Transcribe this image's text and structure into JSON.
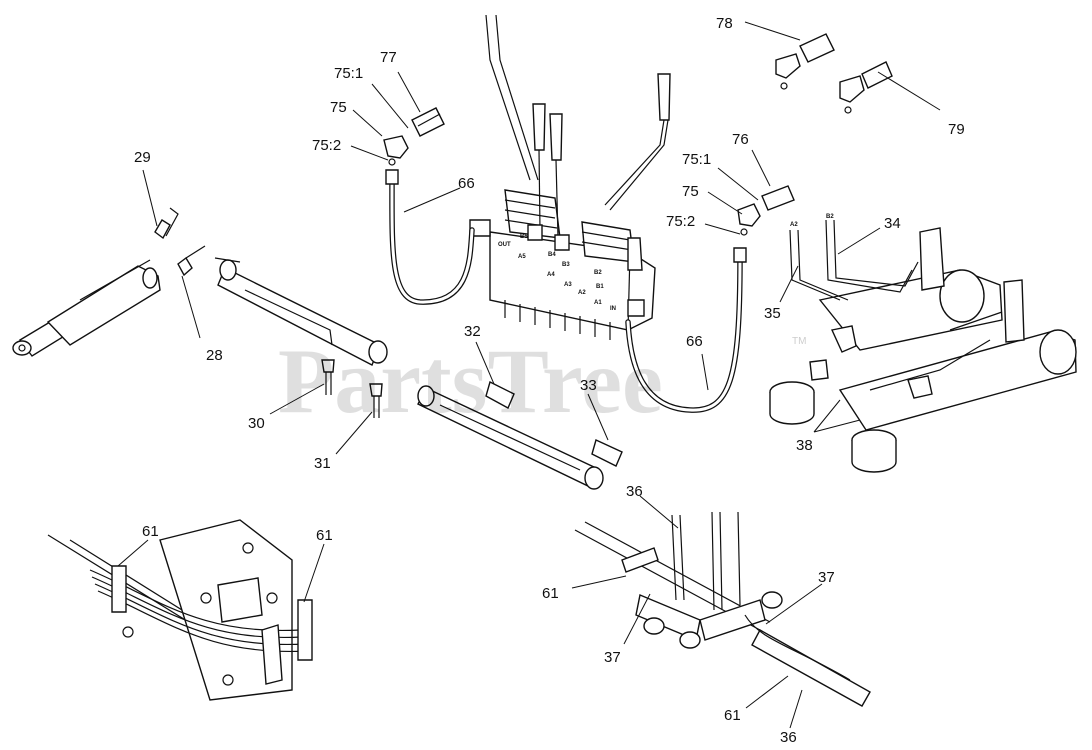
{
  "watermark": {
    "text": "PartsTree",
    "trademark": "TM"
  },
  "port_labels": [
    "OUT",
    "B5",
    "A5",
    "B4",
    "A4",
    "B3",
    "A3",
    "B2",
    "A2",
    "B1",
    "A1",
    "IN",
    "A2",
    "B2"
  ],
  "callouts": [
    "78",
    "77",
    "75:1",
    "75",
    "75:2",
    "29",
    "66",
    "76",
    "75:1",
    "75",
    "75:2",
    "79",
    "34",
    "35",
    "28",
    "32",
    "66",
    "33",
    "30",
    "38",
    "31",
    "36",
    "61",
    "61",
    "61",
    "37",
    "37",
    "61",
    "36"
  ],
  "colors": {
    "ink": "#111111",
    "paper": "#ffffff",
    "watermark": "#000000"
  }
}
